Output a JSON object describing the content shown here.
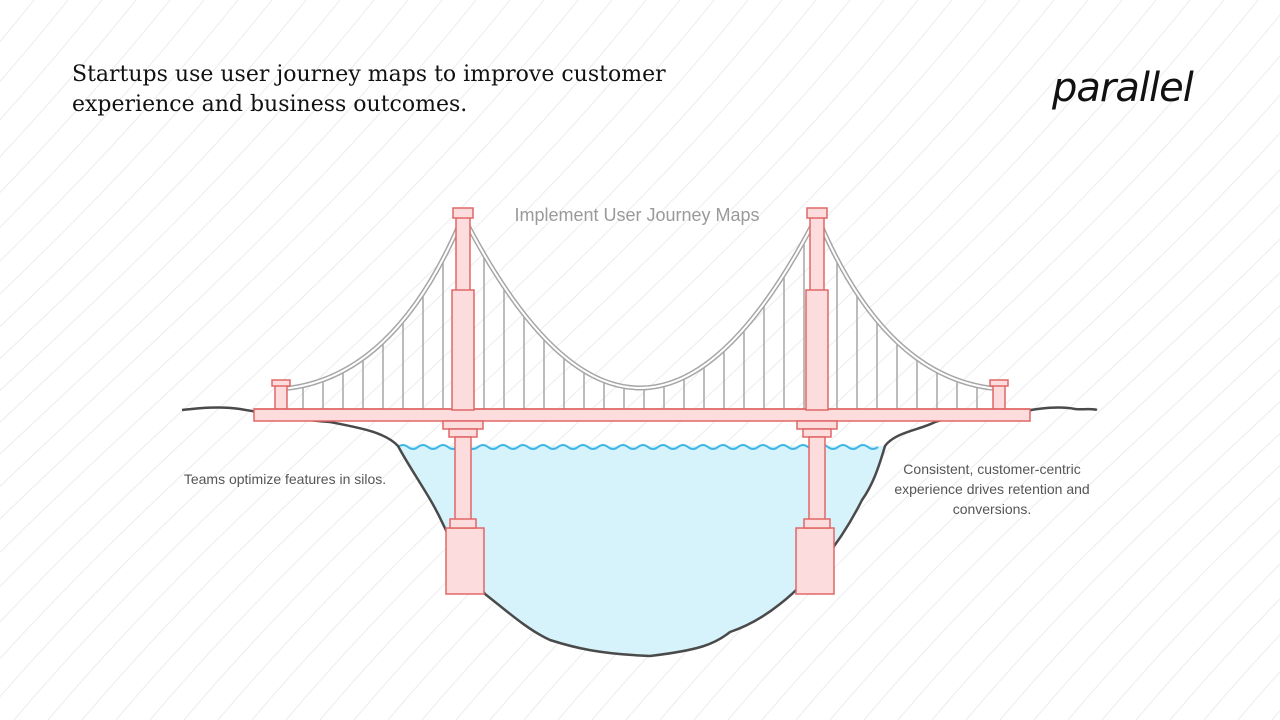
{
  "headline": "Startups use user journey maps to improve customer experience and business outcomes.",
  "brand": {
    "logo_text": "parallel"
  },
  "diagram": {
    "title": "Implement User Journey Maps",
    "left_label": "Teams optimize features in silos.",
    "right_label": "Consistent, customer-centric experience drives retention and conversions."
  },
  "colors": {
    "tower_stroke": "#e06666",
    "tower_fill": "#fcdcdc",
    "water_fill": "#d6f3fc",
    "water_line": "#3fb6e6",
    "cable": "#a6a6a6",
    "ground": "#4a4a4a"
  }
}
